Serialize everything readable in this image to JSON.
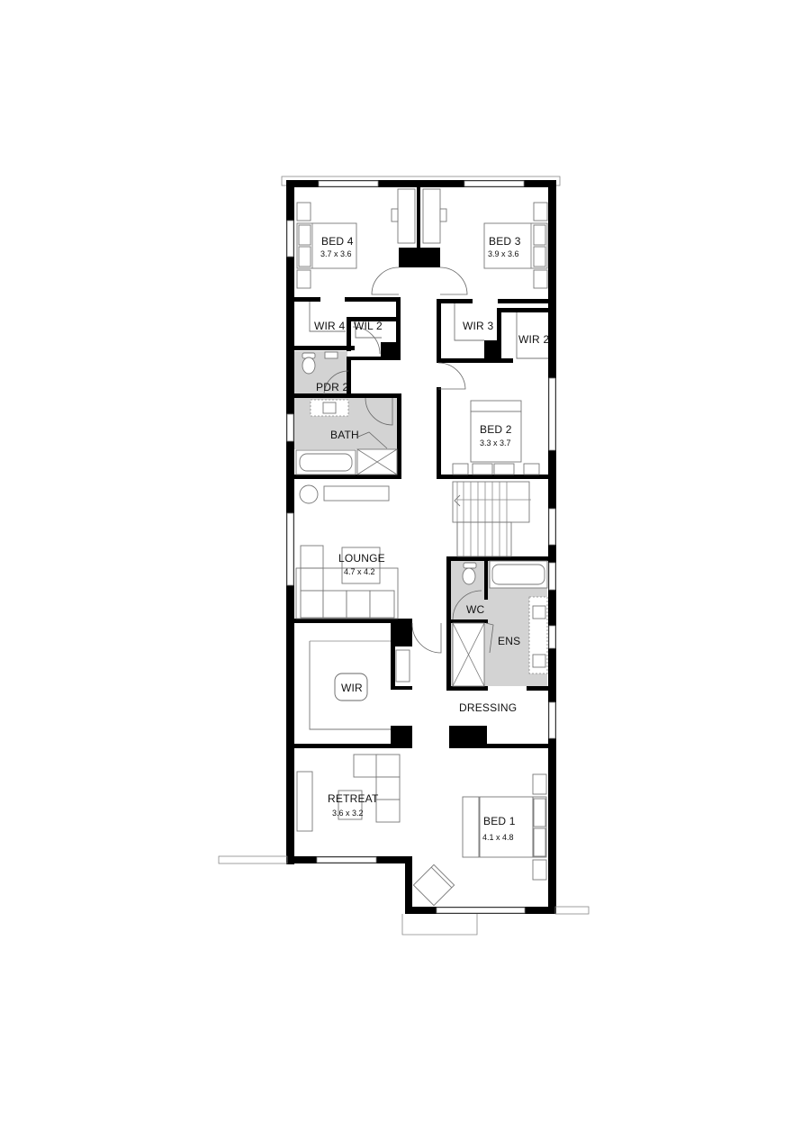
{
  "plan": {
    "type": "floor-plan",
    "level": "upper"
  },
  "rooms": {
    "bed4": {
      "name": "BED 4",
      "size": "3.7 x 3.6"
    },
    "bed3": {
      "name": "BED 3",
      "size": "3.9 x 3.6"
    },
    "wir4": {
      "name": "WIR 4"
    },
    "wil2": {
      "name": "WIL 2"
    },
    "wir3": {
      "name": "WIR 3"
    },
    "wir2": {
      "name": "WIR 2"
    },
    "pdr2": {
      "name": "PDR 2"
    },
    "bath": {
      "name": "BATH"
    },
    "bed2": {
      "name": "BED 2",
      "size": "3.3 x 3.7"
    },
    "lounge": {
      "name": "LOUNGE",
      "size": "4.7 x 4.2"
    },
    "wc": {
      "name": "WC"
    },
    "ens": {
      "name": "ENS"
    },
    "wir": {
      "name": "WIR"
    },
    "dressing": {
      "name": "DRESSING"
    },
    "retreat": {
      "name": "RETREAT",
      "size": "3.6 x 3.2"
    },
    "bed1": {
      "name": "BED 1",
      "size": "4.1 x 4.8"
    }
  },
  "colors": {
    "wall": "#000000",
    "wet_area": "#d3d3d3",
    "fixture_line": "#777777",
    "background": "#ffffff"
  }
}
